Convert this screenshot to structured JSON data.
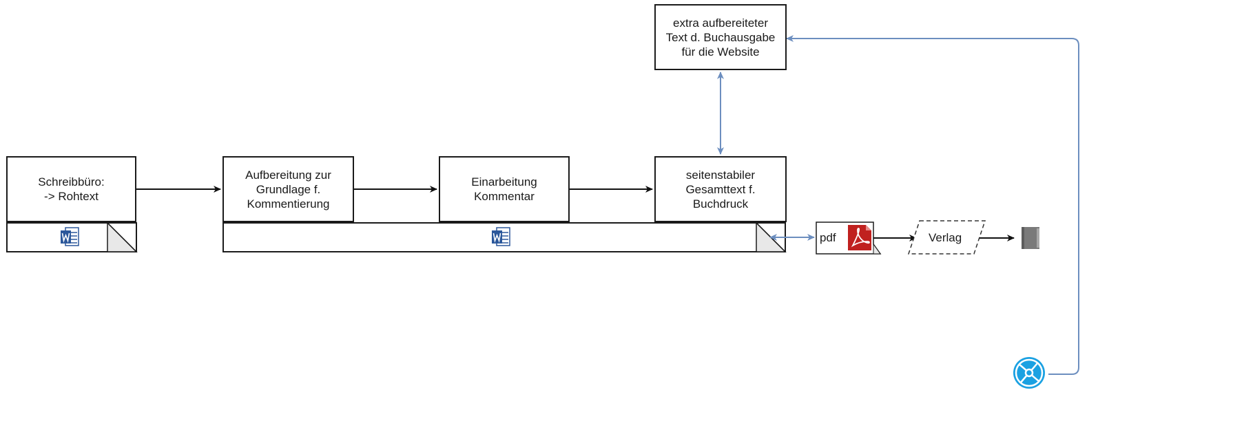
{
  "nodes": {
    "schreibbuero": "Schreibbüro:\n-> Rohtext",
    "aufbereitung": "Aufbereitung zur\nGrundlage f.\nKommentierung",
    "einarbeitung": "Einarbeitung\nKommentar",
    "seitenstabil": "seitenstabiler\nGesamttext f.\nBuchdruck",
    "extra": "extra aufbereiteter\nText d. Buchausgabe\nfür die Website"
  },
  "pdf_label": "pdf",
  "verlag_label": "Verlag",
  "icons": [
    "word-icon",
    "word-icon",
    "pdf-icon",
    "book-icon",
    "web-icon"
  ],
  "colors": {
    "black_arrow": "#111111",
    "blue_arrow": "#6c8ebf",
    "border": "#1a1a1a",
    "word_blue": "#2b579a",
    "pdf_red": "#c0211f",
    "book_gray": "#7a7a7a",
    "web_cyan": "#1ba1e2"
  }
}
